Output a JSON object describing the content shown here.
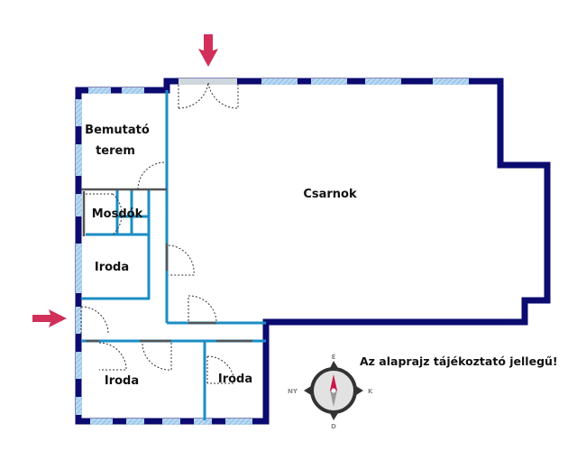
{
  "rooms": {
    "presentation_line1": "Bemutató",
    "presentation_line2": "terem",
    "restrooms": "Mosdók",
    "hall": "Csarnok",
    "office_left": "Iroda",
    "office_bottom_left": "Iroda",
    "office_bottom_right": "Iroda"
  },
  "note": "Az alaprajz tájékoztató jellegű!",
  "compass": {
    "north": "É",
    "south": "D",
    "east": "K",
    "west": "NY"
  },
  "colors": {
    "outer_wall": "#0b0b70",
    "window": "#9cc8ea",
    "inner_wall": "#1b8dc4",
    "partition": "#555555",
    "arrow": "#d0305a",
    "needle": "#c8184a"
  }
}
